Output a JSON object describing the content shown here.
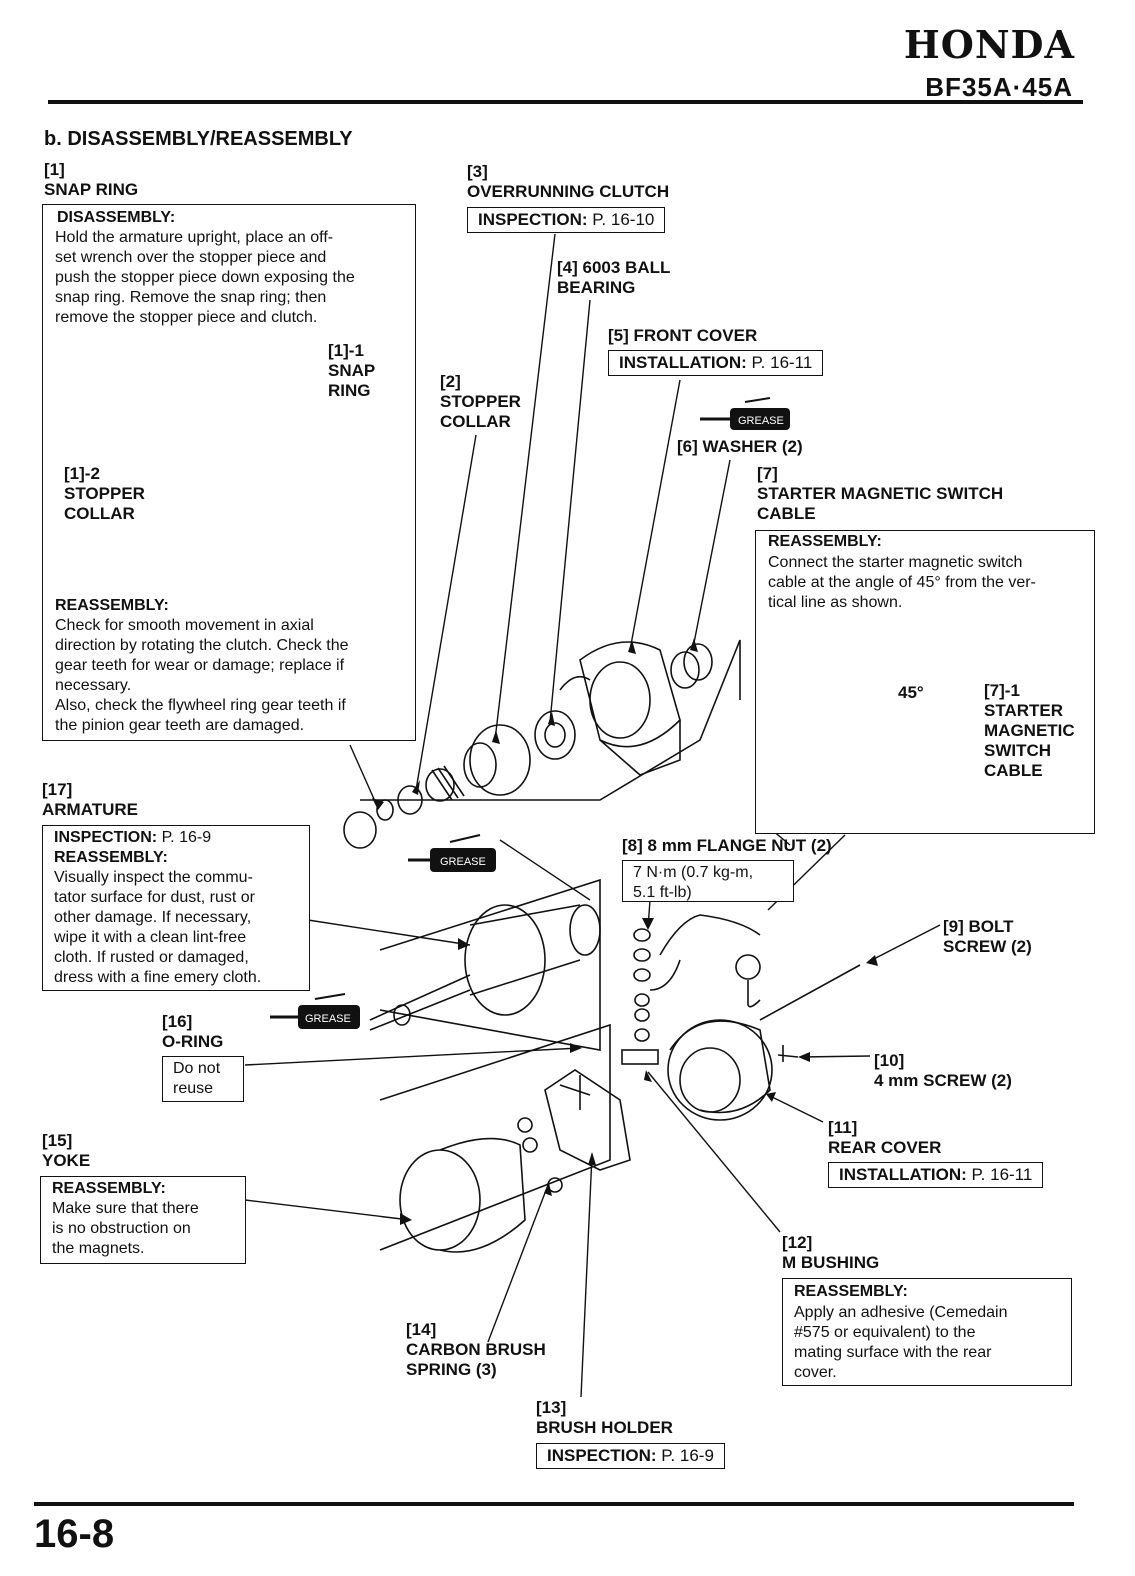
{
  "header": {
    "brand": "HONDA",
    "model": "BF35A·45A"
  },
  "section_title": "b. DISASSEMBLY/REASSEMBLY",
  "page_number": "16-8",
  "parts": {
    "p1": {
      "num": "[1]",
      "name": "SNAP RING",
      "disassembly_heading": "DISASSEMBLY:",
      "disassembly_text": "Hold the armature upright, place an off-\nset wrench over the stopper piece and\npush the stopper piece down exposing the\nsnap ring. Remove the snap ring; then\nremove the stopper piece and clutch.",
      "sub1": "[1]-1\nSNAP\nRING",
      "sub2": "[1]-2\nSTOPPER\nCOLLAR",
      "reassembly_heading": "REASSEMBLY:",
      "reassembly_text": "Check for smooth movement in axial\ndirection by rotating the clutch. Check the\ngear teeth for wear or damage; replace if\nnecessary.\nAlso, check the flywheel ring gear teeth if\nthe pinion gear teeth are damaged."
    },
    "p2": {
      "num": "[2]",
      "name": "STOPPER\nCOLLAR"
    },
    "p3": {
      "num": "[3]",
      "name": "OVERRUNNING CLUTCH",
      "insp_label": "INSPECTION:",
      "insp_page": " P. 16-10"
    },
    "p4": {
      "num": "[4]",
      "name": "6003 BALL\nBEARING"
    },
    "p5": {
      "num": "[5]",
      "name": "FRONT COVER",
      "insp_label": "INSTALLATION:",
      "insp_page": " P. 16-11"
    },
    "p6": {
      "num": "[6]",
      "name": "WASHER (2)"
    },
    "p7": {
      "num": "[7]",
      "name": "STARTER MAGNETIC SWITCH\nCABLE",
      "reassembly_heading": "REASSEMBLY:",
      "reassembly_text": "Connect the starter magnetic switch\ncable at the angle of 45° from the ver-\ntical line as shown.",
      "angle": "45°",
      "sub": "[7]-1\nSTARTER\nMAGNETIC\nSWITCH\nCABLE"
    },
    "p8": {
      "num": "[8]",
      "name": "8 mm FLANGE NUT (2)",
      "torque": "7 N·m (0.7 kg-m,\n5.1 ft-lb)"
    },
    "p9": {
      "num": "[9]",
      "name": "BOLT\nSCREW (2)"
    },
    "p10": {
      "num": "[10]",
      "name": "4 mm SCREW (2)"
    },
    "p11": {
      "num": "[11]",
      "name": "REAR COVER",
      "insp_label": "INSTALLATION:",
      "insp_page": " P. 16-11"
    },
    "p12": {
      "num": "[12]",
      "name": "M BUSHING",
      "reassembly_heading": "REASSEMBLY:",
      "reassembly_text": "Apply an adhesive (Cemedain\n#575 or equivalent) to the\nmating surface with the rear\ncover."
    },
    "p13": {
      "num": "[13]",
      "name": "BRUSH HOLDER",
      "insp_label": "INSPECTION:",
      "insp_page": " P. 16-9"
    },
    "p14": {
      "num": "[14]",
      "name": "CARBON BRUSH\nSPRING (3)"
    },
    "p15": {
      "num": "[15]",
      "name": "YOKE",
      "reassembly_heading": "REASSEMBLY:",
      "reassembly_text": "Make sure that there\nis no obstruction on\nthe magnets."
    },
    "p16": {
      "num": "[16]",
      "name": "O-RING",
      "note": "Do not\nreuse"
    },
    "p17": {
      "num": "[17]",
      "name": "ARMATURE",
      "insp_label": "INSPECTION:",
      "insp_page": " P. 16-9",
      "reassembly_heading": "REASSEMBLY:",
      "reassembly_text": "Visually inspect the commu-\ntator surface for dust, rust or\nother damage. If necessary,\nwipe it with a clean lint-free\ncloth. If rusted or damaged,\ndress with a fine emery cloth."
    }
  },
  "grease_label": "GREASE"
}
